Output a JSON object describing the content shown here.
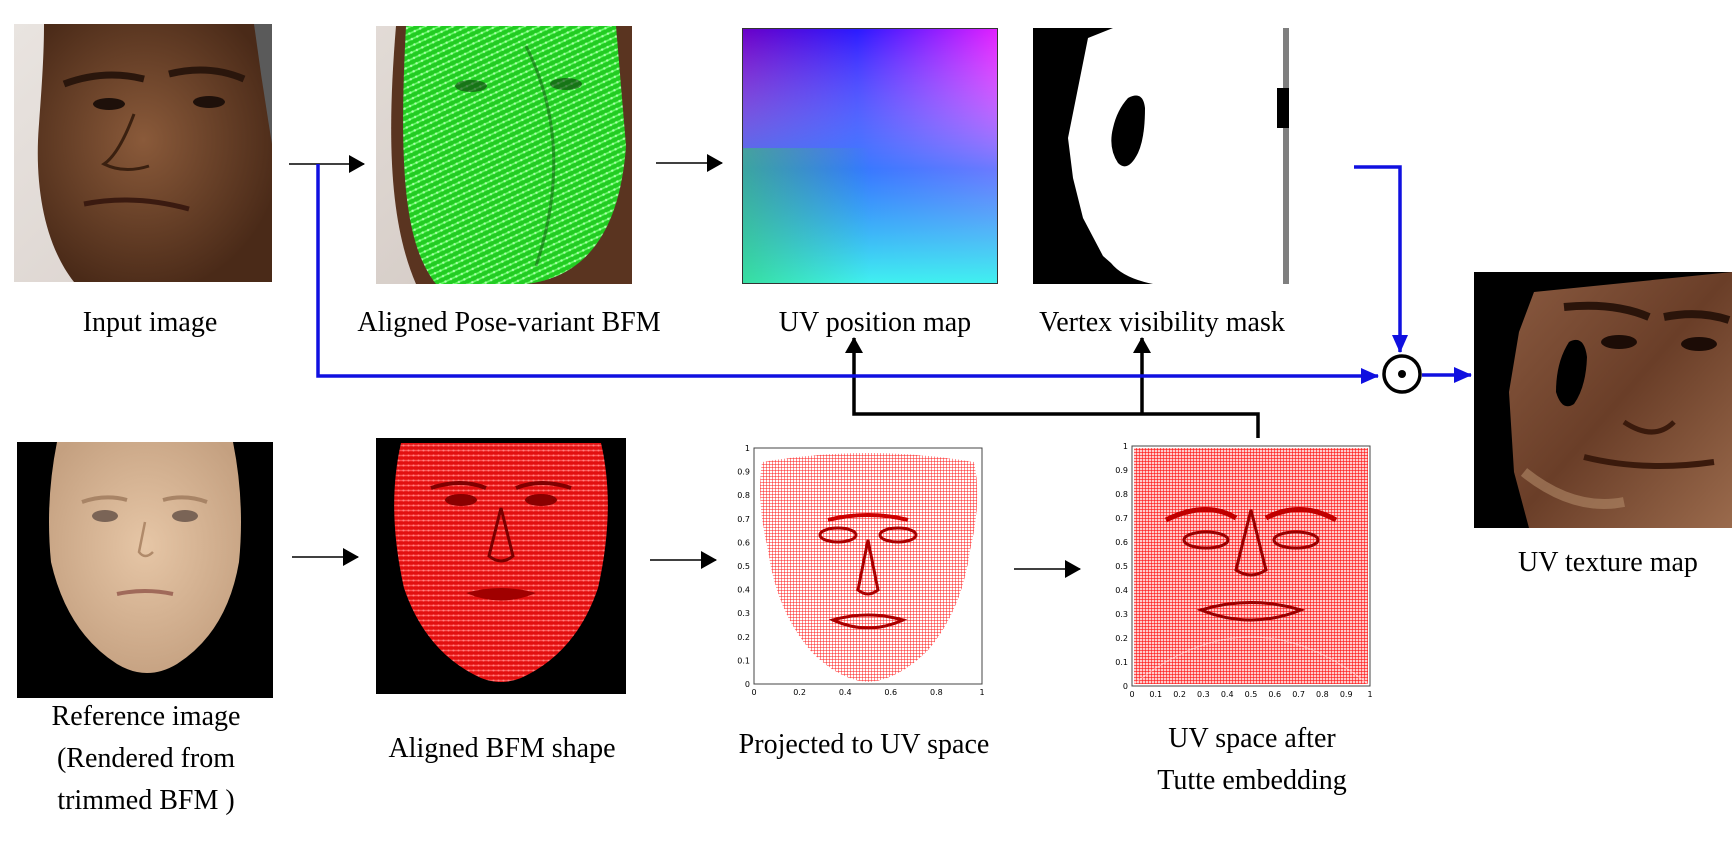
{
  "captions": {
    "input_image": "Input image",
    "aligned_pose_variant_bfm": "Aligned Pose-variant BFM",
    "uv_position_map": "UV position map",
    "vertex_visibility_mask": "Vertex visibility mask",
    "uv_texture_map": "UV texture map",
    "reference_image_l1": "Reference image",
    "reference_image_l2": "(Rendered from",
    "reference_image_l3": "trimmed BFM )",
    "aligned_bfm_shape": "Aligned BFM shape",
    "projected_to_uv_space": "Projected to UV space",
    "uv_space_after_tutte_l1": "UV space after",
    "uv_space_after_tutte_l2": "Tutte embedding"
  },
  "operator_symbol": "⊙",
  "plots": {
    "projected_uv": {
      "x_ticks": [
        "0",
        "0.2",
        "0.4",
        "0.6",
        "0.8",
        "1"
      ],
      "y_ticks": [
        "0",
        "0.1",
        "0.2",
        "0.3",
        "0.4",
        "0.5",
        "0.6",
        "0.7",
        "0.8",
        "0.9",
        "1"
      ]
    },
    "tutte_uv": {
      "x_ticks": [
        "0",
        "0.1",
        "0.2",
        "0.3",
        "0.4",
        "0.5",
        "0.6",
        "0.7",
        "0.8",
        "0.9",
        "1"
      ],
      "y_ticks": [
        "0",
        "0.1",
        "0.2",
        "0.3",
        "0.4",
        "0.5",
        "0.6",
        "0.7",
        "0.8",
        "0.9",
        "1"
      ]
    }
  },
  "colors": {
    "flow_arrow": "#000000",
    "texture_path_arrow": "#1010e0",
    "mesh_green": "#33ff33",
    "mesh_red": "#ff2020"
  }
}
